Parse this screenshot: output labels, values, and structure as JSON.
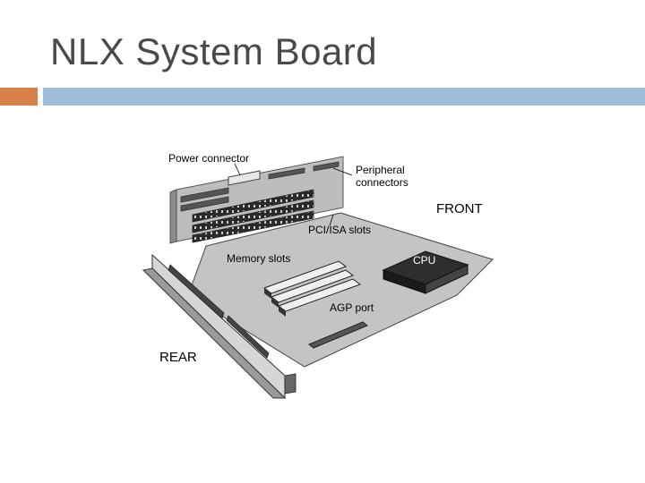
{
  "slide": {
    "title": "NLX System Board"
  },
  "diagram": {
    "labels": {
      "power_connector": "Power connector",
      "peripheral_line1": "Peripheral",
      "peripheral_line2": "connectors",
      "front": "FRONT",
      "pci_isa": "PCI/ISA slots",
      "memory": "Memory slots",
      "cpu": "CPU",
      "agp": "AGP port",
      "rear": "REAR"
    }
  }
}
